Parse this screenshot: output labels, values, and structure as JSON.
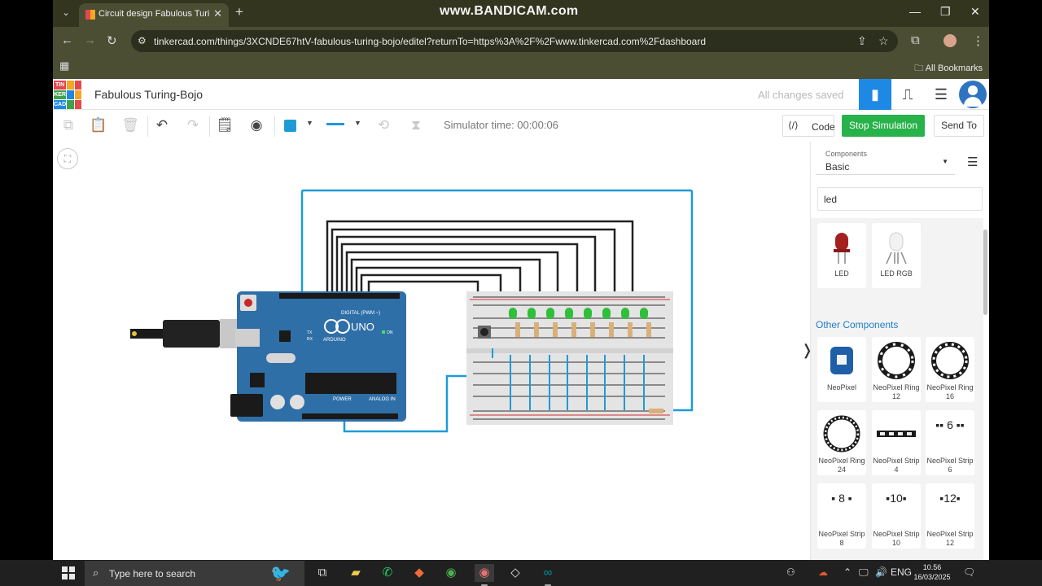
{
  "browser": {
    "tab_title": "Circuit design Fabulous Turing-Bojo | Tinkercad",
    "watermark": "www.BANDICAM.com",
    "url": "tinkercad.com/things/3XCNDE67htV-fabulous-turing-bojo/editel?returnTo=https%3A%2F%2Fwww.tinkercad.com%2Fdashboard",
    "bookmarks_label": "All Bookmarks"
  },
  "tinkercad": {
    "logo_letters": [
      "TIN",
      "KER",
      "CAD"
    ],
    "project_name": "Fabulous Turing-Bojo",
    "save_status": "All changes saved",
    "simulator_time": "Simulator time: 00:00:06",
    "code_label": "Code",
    "stop_label": "Stop Simulation",
    "send_label": "Send To"
  },
  "arduino_board": {
    "brand": "ARDUINO",
    "model": "UNO",
    "header_digital": "DIGITAL (PWM ~)",
    "header_power": "POWER",
    "header_analog": "ANALOG IN",
    "led_on": "ON",
    "led_tx": "TX",
    "led_rx": "RX"
  },
  "panel": {
    "components_label": "Components",
    "components_value": "Basic",
    "search_value": "led",
    "other_heading": "Other Components",
    "basic_results": [
      "LED",
      "LED RGB"
    ],
    "other_results": [
      {
        "name": "NeoPixel"
      },
      {
        "name": "NeoPixel Ring 12"
      },
      {
        "name": "NeoPixel Ring 16"
      },
      {
        "name": "NeoPixel Ring 24"
      },
      {
        "name": "NeoPixel Strip 4",
        "glyph": ""
      },
      {
        "name": "NeoPixel Strip 6",
        "glyph": "6"
      },
      {
        "name": "NeoPixel Strip 8",
        "glyph": "8"
      },
      {
        "name": "NeoPixel Strip 10",
        "glyph": "10"
      },
      {
        "name": "NeoPixel Strip 12",
        "glyph": "12"
      }
    ]
  },
  "taskbar": {
    "search_placeholder": "Type here to search",
    "language": "ENG",
    "time": "10.56",
    "date": "16/03/2025"
  },
  "colors": {
    "accent_blue": "#1e88e5",
    "stop_green": "#27b24a",
    "board_blue": "#2f6fa7",
    "led_green": "#2fbf3a",
    "wire_teal": "#1e9bd7"
  }
}
